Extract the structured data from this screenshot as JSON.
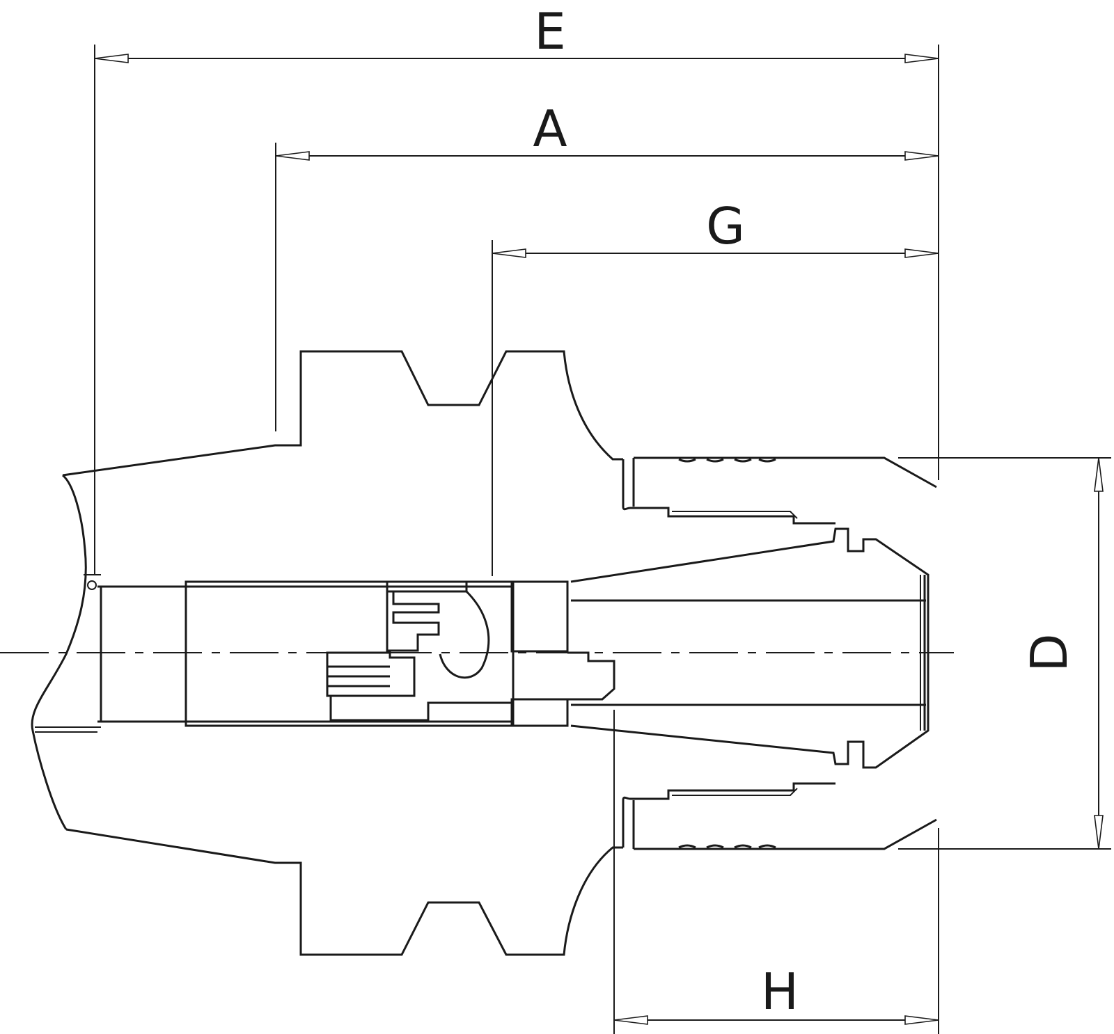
{
  "dimensions": {
    "E": "E",
    "A": "A",
    "G": "G",
    "D": "D",
    "H": "H"
  },
  "colors": {
    "stroke": "#1a1a1a",
    "background": "#ffffff"
  }
}
